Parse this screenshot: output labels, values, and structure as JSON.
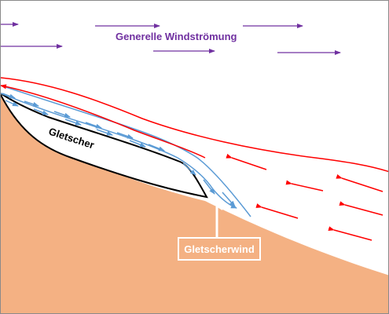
{
  "labels": {
    "general_wind": "Generelle Windströmung",
    "glacier": "Gletscher",
    "glacier_wind": "Gletscherwind"
  },
  "colors": {
    "general_wind": "#7030a0",
    "valley_wind": "#ff0000",
    "glacier_wind": "#5b9bd5",
    "terrain": "#f4b183",
    "glacier_outline": "#000000"
  }
}
